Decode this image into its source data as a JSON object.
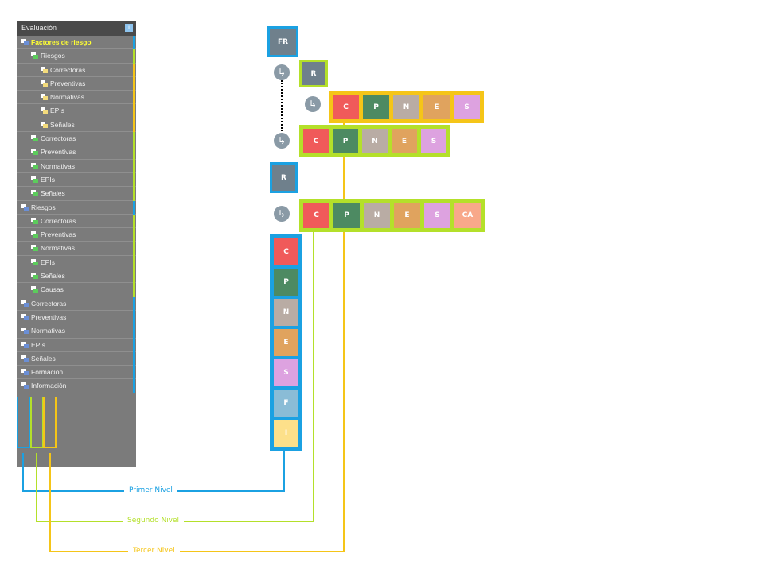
{
  "sidebar": {
    "title": "Evaluación",
    "info_icon": "i",
    "items": [
      {
        "label": "Factores de riesgo",
        "level": 0,
        "strip": "blue"
      },
      {
        "label": "Riesgos",
        "level": 1,
        "strip": "green"
      },
      {
        "label": "Correctoras",
        "level": 2,
        "strip": "yellow"
      },
      {
        "label": "Preventivas",
        "level": 2,
        "strip": "yellow"
      },
      {
        "label": "Normativas",
        "level": 2,
        "strip": "yellow"
      },
      {
        "label": "EPIs",
        "level": 2,
        "strip": "yellow"
      },
      {
        "label": "Señales",
        "level": 2,
        "strip": "yellow"
      },
      {
        "label": "Correctoras",
        "level": 1,
        "strip": "green"
      },
      {
        "label": "Preventivas",
        "level": 1,
        "strip": "green"
      },
      {
        "label": "Normativas",
        "level": 1,
        "strip": "green"
      },
      {
        "label": "EPIs",
        "level": 1,
        "strip": "green"
      },
      {
        "label": "Señales",
        "level": 1,
        "strip": "green"
      },
      {
        "label": "Riesgos",
        "level": 0,
        "strip": "blue"
      },
      {
        "label": "Correctoras",
        "level": 1,
        "strip": "green"
      },
      {
        "label": "Preventivas",
        "level": 1,
        "strip": "green"
      },
      {
        "label": "Normativas",
        "level": 1,
        "strip": "green"
      },
      {
        "label": "EPIs",
        "level": 1,
        "strip": "green"
      },
      {
        "label": "Señales",
        "level": 1,
        "strip": "green"
      },
      {
        "label": "Causas",
        "level": 1,
        "strip": "green"
      },
      {
        "label": "Correctoras",
        "level": 0,
        "strip": "blue"
      },
      {
        "label": "Preventivas",
        "level": 0,
        "strip": "blue"
      },
      {
        "label": "Normativas",
        "level": 0,
        "strip": "blue"
      },
      {
        "label": "EPIs",
        "level": 0,
        "strip": "blue"
      },
      {
        "label": "Señales",
        "level": 0,
        "strip": "blue"
      },
      {
        "label": "Formación",
        "level": 0,
        "strip": "blue"
      },
      {
        "label": "Información",
        "level": 0,
        "strip": "blue"
      }
    ]
  },
  "colors": {
    "blue": "#1ba1e2",
    "green": "#b4e02a",
    "yellow": "#f5c518",
    "C": "#f05a5a",
    "P": "#4d8a62",
    "N": "#b9aca4",
    "E": "#e0a35e",
    "S": "#dda2e0",
    "F": "#8abcd6",
    "I": "#fde08a",
    "CA": "#f8a88a",
    "FR": "#6f808c",
    "R": "#6f808c"
  },
  "diagram": {
    "fr": "FR",
    "r1": "R",
    "r2": "R",
    "third_row": [
      "C",
      "P",
      "N",
      "E",
      "S"
    ],
    "second_row_a": [
      "C",
      "P",
      "N",
      "E",
      "S"
    ],
    "second_row_b": [
      "C",
      "P",
      "N",
      "E",
      "S",
      "CA"
    ],
    "first_column": [
      "C",
      "P",
      "N",
      "E",
      "S",
      "F",
      "I"
    ],
    "arrow": "↳"
  },
  "legend": {
    "primer": "Primer Nivel",
    "segundo": "Segundo Nivel",
    "tercer": "Tercer Nivel"
  }
}
